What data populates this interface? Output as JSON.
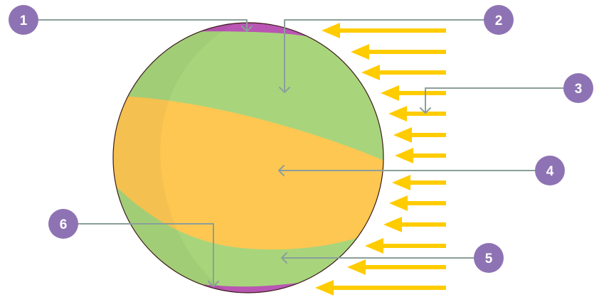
{
  "diagram": {
    "colors": {
      "purple_zone": "#b956b3",
      "green_zone": "#a8d57c",
      "yellow_zone": "#fdc752",
      "outline": "#3b1a1a",
      "sun_rays": "#ffcc00",
      "callout_line": "#8a9f9a",
      "badge": "#8e73b4",
      "badge_text": "#ffffff"
    },
    "callouts": [
      {
        "number": "1",
        "target": "top-polar-zone"
      },
      {
        "number": "2",
        "target": "upper-temperate-zone"
      },
      {
        "number": "3",
        "target": "sun-rays"
      },
      {
        "number": "4",
        "target": "tropical-zone"
      },
      {
        "number": "5",
        "target": "lower-temperate-zone"
      },
      {
        "number": "6",
        "target": "bottom-polar-zone"
      }
    ]
  }
}
